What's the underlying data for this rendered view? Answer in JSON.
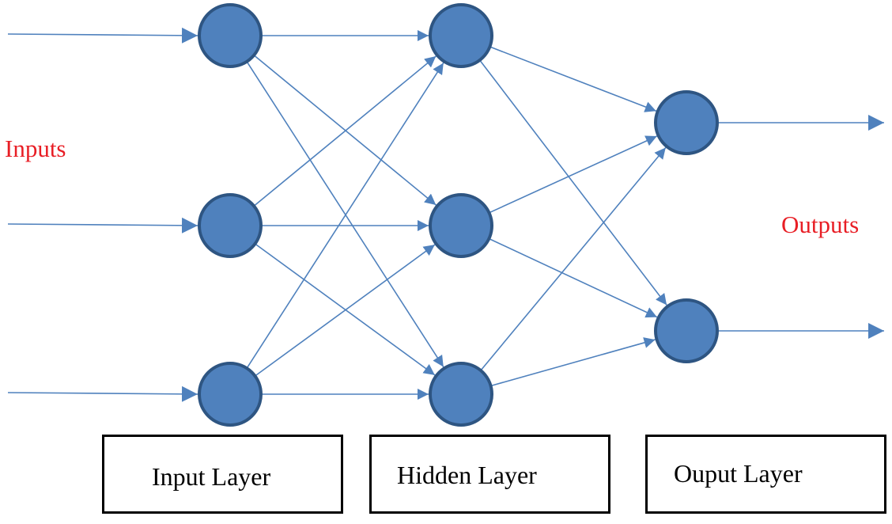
{
  "labels": {
    "inputs": "Inputs",
    "outputs": "Outputs"
  },
  "layers": {
    "input": "Input Layer",
    "hidden": "Hidden Layer",
    "output": "Ouput Layer"
  },
  "colors": {
    "node_fill": "#4f81bd",
    "node_stroke": "#2e5582",
    "edge": "#4f81bd",
    "side_label": "#e81e25"
  },
  "network": {
    "layer_sizes": [
      3,
      3,
      2
    ],
    "connectivity": "fully-connected"
  }
}
